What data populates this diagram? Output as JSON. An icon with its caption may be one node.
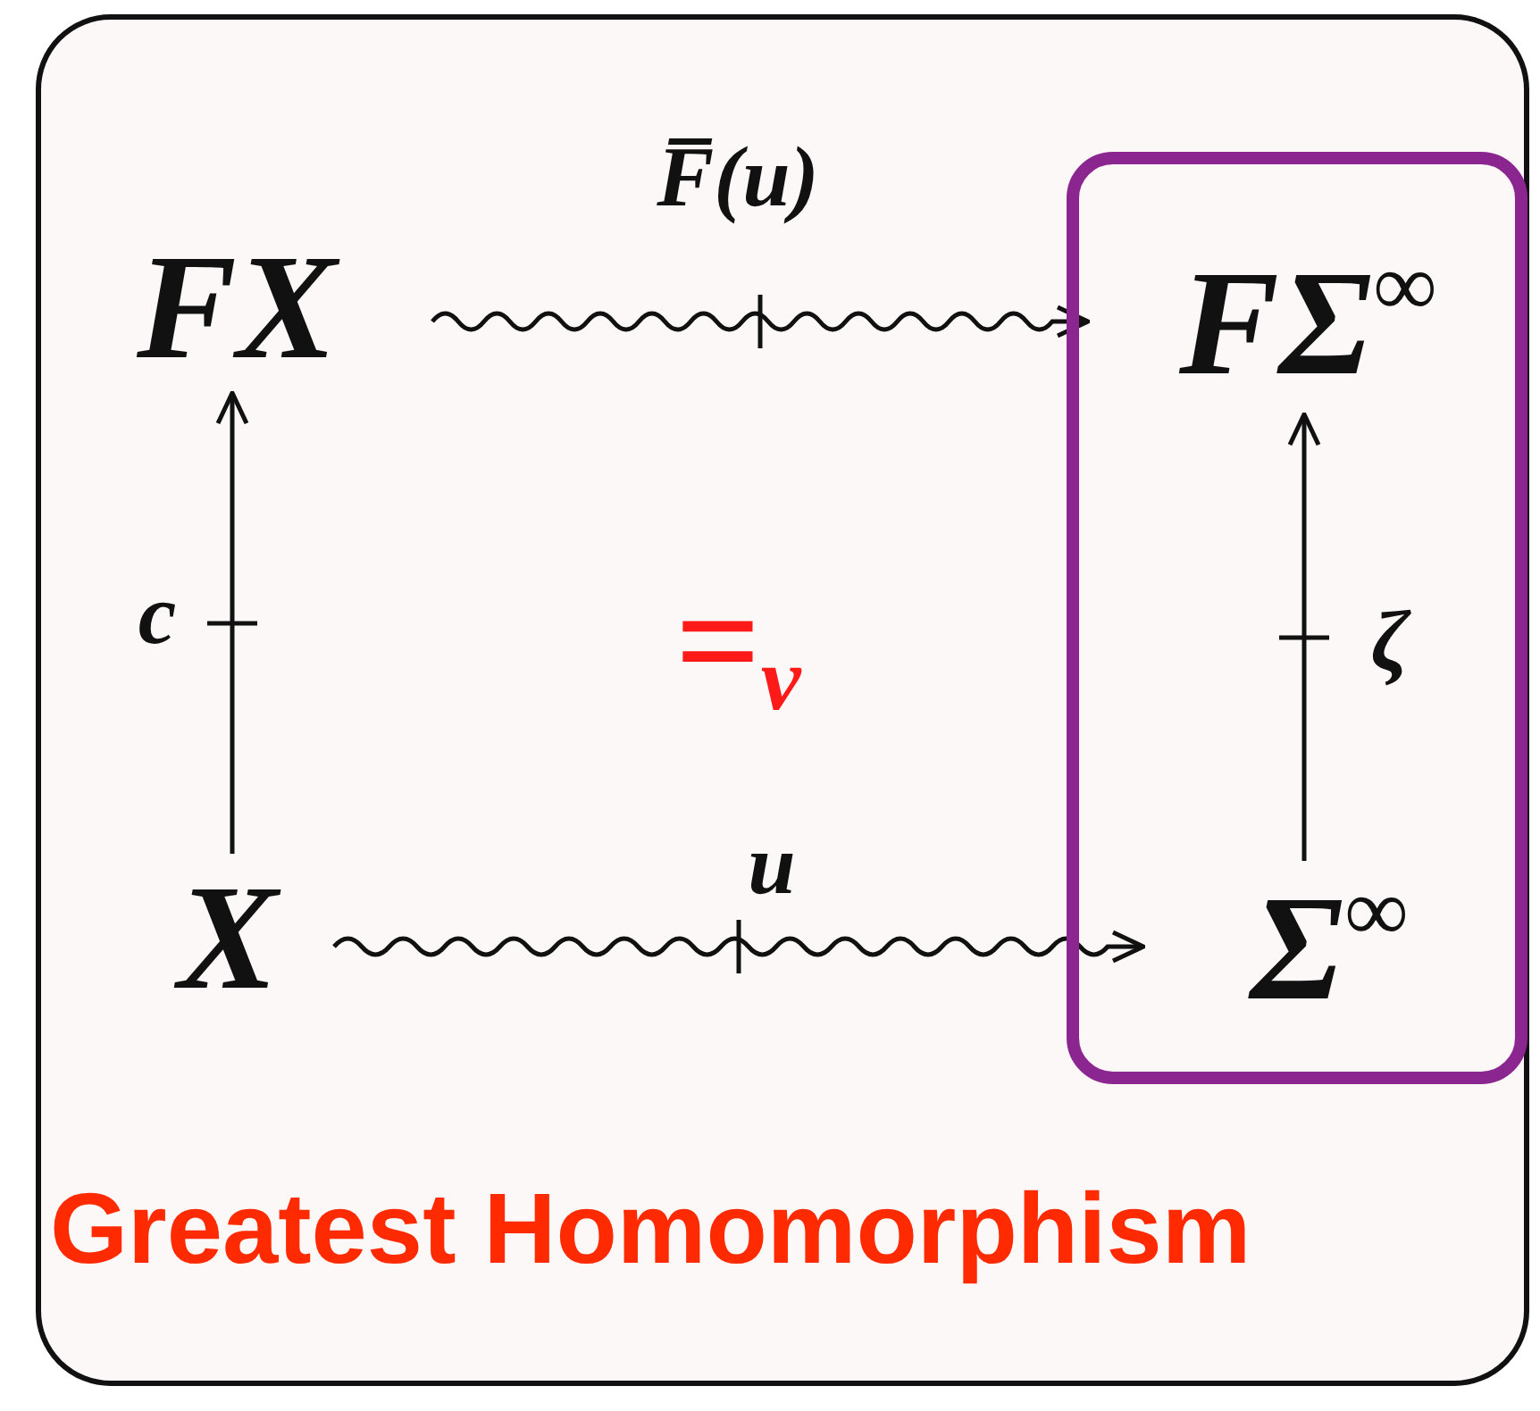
{
  "diagram": {
    "nodes": [
      {
        "text": [
          "FX"
        ]
      },
      {
        "text": [],
        "shape": "box"
      },
      {
        "text": [
          "FΣ$^{∞}$"
        ],
        "in": 1
      },
      {
        "text": [
          "X"
        ]
      },
      {
        "text": [
          "Σ$^{∞}$"
        ],
        "in": 1
      }
    ],
    "edges": [
      {
        "from": 3,
        "to": 0,
        "arrow": "to",
        "label": "c"
      },
      {
        "from": 4,
        "to": 2,
        "arrow": "to",
        "label": "ζ"
      },
      {
        "from": 0,
        "to": 2,
        "arrow": "to",
        "label": "F̅(u)"
      },
      {
        "from": 3,
        "to": 4,
        "arrow": "to",
        "label": "u"
      }
    ],
    "labels": [
      "=$_{ν}$",
      "Greatest Homomorphism"
    ]
  }
}
